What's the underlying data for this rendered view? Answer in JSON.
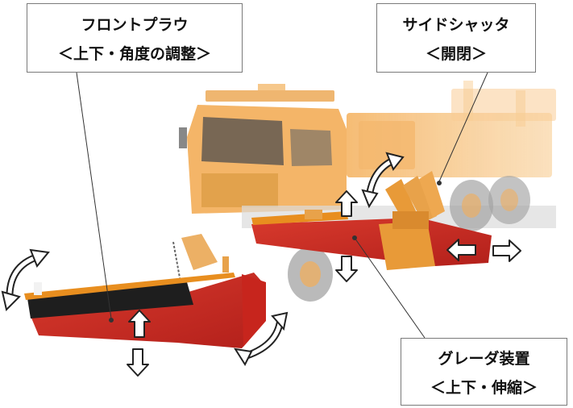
{
  "callouts": {
    "front_plow": {
      "title": "フロントプラウ",
      "sub": "＜上下・角度の調整＞"
    },
    "side_shutter": {
      "title": "サイドシャッタ",
      "sub": "＜開閉＞"
    },
    "grader": {
      "title": "グレーダ装置",
      "sub": "＜上下・伸縮＞"
    }
  },
  "colors": {
    "truck_orange": "#f5b35a",
    "blade_red": "#cc2a22",
    "blade_black": "#1e1e1e",
    "tire": "#9a9a9a",
    "arrow_stroke": "#222222",
    "callout_border": "#7a7a7a"
  }
}
